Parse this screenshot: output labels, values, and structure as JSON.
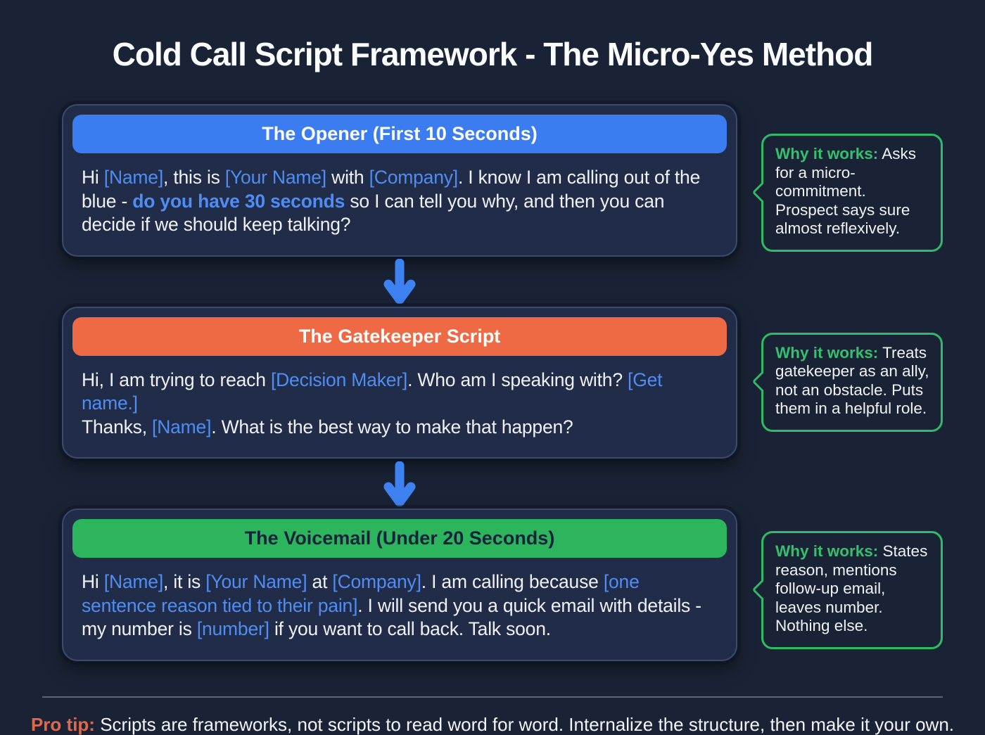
{
  "title": "Cold Call Script Framework - The Micro-Yes Method",
  "colors": {
    "page_background": "#1a2336",
    "card_background": "#212d48",
    "placeholder_blue": "#4f8df4",
    "callout_green": "#2ebc66",
    "arrow_blue": "#3e82f2",
    "pro_tip_orange": "#e0694b"
  },
  "cards": [
    {
      "header": "The Opener (First 10 Seconds)",
      "header_bg": "#3b7cf0",
      "header_text_color": "#ffffff",
      "body_segments": [
        {
          "style": "plain",
          "text": "Hi "
        },
        {
          "style": "token",
          "text": "[Name]"
        },
        {
          "style": "plain",
          "text": ", this is "
        },
        {
          "style": "token",
          "text": "[Your Name]"
        },
        {
          "style": "plain",
          "text": " with "
        },
        {
          "style": "token",
          "text": "[Company]"
        },
        {
          "style": "plain",
          "text": ". I know I am calling out of the blue - "
        },
        {
          "style": "emphasis",
          "text": "do you have 30 seconds"
        },
        {
          "style": "plain",
          "text": " so I can tell you why, and then you can decide if we should keep talking?"
        }
      ],
      "callout": {
        "label": "Why it works:",
        "text": "Asks for a micro-commitment. Prospect says sure almost reflexively."
      }
    },
    {
      "header": "The Gatekeeper Script",
      "header_bg": "#ee6a45",
      "header_text_color": "#ffffff",
      "body_segments": [
        {
          "style": "plain",
          "text": "Hi, I am trying to reach "
        },
        {
          "style": "token",
          "text": "[Decision Maker]"
        },
        {
          "style": "plain",
          "text": ". Who am I speaking with? "
        },
        {
          "style": "token",
          "text": "[Get name.]"
        },
        {
          "style": "break",
          "text": ""
        },
        {
          "style": "plain",
          "text": "Thanks, "
        },
        {
          "style": "token",
          "text": "[Name]"
        },
        {
          "style": "plain",
          "text": ". What is the best way to make that happen?"
        }
      ],
      "callout": {
        "label": "Why it works:",
        "text": "Treats gatekeeper as an ally, not an obstacle. Puts them in a helpful role."
      }
    },
    {
      "header": "The Voicemail (Under 20 Seconds)",
      "header_bg": "#2cb55c",
      "header_text_color": "#15233c",
      "body_segments": [
        {
          "style": "plain",
          "text": "Hi "
        },
        {
          "style": "token",
          "text": "[Name]"
        },
        {
          "style": "plain",
          "text": ", it is "
        },
        {
          "style": "token",
          "text": "[Your Name]"
        },
        {
          "style": "plain",
          "text": " at "
        },
        {
          "style": "token",
          "text": "[Company]"
        },
        {
          "style": "plain",
          "text": ". I am calling because "
        },
        {
          "style": "token",
          "text": "[one sentence reason tied to their pain]"
        },
        {
          "style": "plain",
          "text": ". I will send you a quick email with details - my number is "
        },
        {
          "style": "token",
          "text": "[number]"
        },
        {
          "style": "plain",
          "text": " if you want to call back. Talk soon."
        }
      ],
      "callout": {
        "label": "Why it works:",
        "text": "States reason, mentions follow-up email, leaves number. Nothing else."
      }
    }
  ],
  "pro_tip": {
    "label": "Pro tip:",
    "text": " Scripts are frameworks, not scripts to read word for word. Internalize the structure, then make it your own."
  }
}
